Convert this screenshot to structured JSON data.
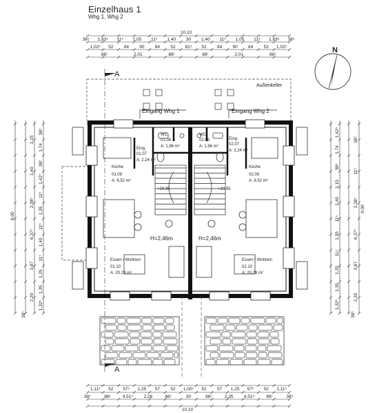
{
  "header": {
    "title": "Einzelhaus 1",
    "subtitle": "Whg 1, Whg 2"
  },
  "north_label": "N",
  "section_marker": "A",
  "outdoor_label": "Außenkeller",
  "entrances": [
    "Eingang Whg 1",
    "Eingang Whg 2"
  ],
  "heights": [
    "H=2,46m",
    "H=2,46m"
  ],
  "rooms": {
    "wc1": {
      "name": "WC",
      "num": "01.08",
      "area": "A: 1,96 m²"
    },
    "wc2": {
      "name": "WC",
      "num": "02.08",
      "area": "A: 1,96 m²"
    },
    "flur1": {
      "name": "Eing.",
      "num": "01.07",
      "area": "A: 2,24 m²"
    },
    "flur2": {
      "name": "Eing.",
      "num": "02.07",
      "area": "A: 2,24 m²"
    },
    "kueche1": {
      "name": "Küche",
      "num": "01.09",
      "area": "A: 8,52 m²"
    },
    "kueche2": {
      "name": "Küche",
      "num": "02.09",
      "area": "A: 8,52 m²"
    },
    "essen1": {
      "name": "Essen / Wohnen",
      "num": "01.10",
      "area": "A: 20,29 m²"
    },
    "essen2": {
      "name": "Essen / Wohnen",
      "num": "02.10",
      "area": "A: 20,29 m²"
    }
  },
  "stair_levels": [
    "+20,95",
    "+20,95"
  ],
  "top_dims": {
    "row1": [
      "38⁵",
      "1,83⁵",
      "11⁵",
      "1,05",
      "11⁵",
      "1,40",
      "30",
      "1,40",
      "11⁵",
      "1,05",
      "11⁵",
      "1,83⁵",
      "38⁵"
    ],
    "row2": [
      "1,02⁵",
      "52",
      "84",
      "90",
      "84",
      "52",
      "81⁵",
      "52",
      "84",
      "90",
      "84",
      "52",
      "1,02⁵"
    ],
    "row3": [
      "86¹",
      "2,01",
      "86¹",
      "86¹",
      "2,01",
      "86¹"
    ],
    "total": "10,10"
  },
  "bottom_dims": {
    "row1": [
      "1,11⁵",
      "52",
      "57⁵",
      "1,25",
      "57",
      "52",
      "1,00⁵",
      "52",
      "57",
      "1,25",
      "57⁵",
      "52",
      "1,11⁵"
    ],
    "row2": [
      "38⁵",
      "86¹",
      "4,51⁵",
      "2,26",
      "86¹",
      "30",
      "86¹",
      "2,35",
      "4,51⁵",
      "86¹",
      "38⁵"
    ],
    "total": "10,10"
  },
  "left_dims": {
    "col1": [
      "38⁵",
      "1,74",
      "38⁵",
      "1,42⁵",
      "11⁵",
      "1,35",
      "11⁵",
      "1,40",
      "11⁵",
      "1,25",
      "1,35",
      "1,32⁵"
    ],
    "col2": [
      "1,15",
      "1,40",
      "2,38⁵",
      "6,37⁵",
      "3,87",
      "2,20"
    ],
    "total": "9,00",
    "bottom": "38⁵"
  },
  "right_dims": {
    "col1": [
      "1,42⁵",
      "1,74",
      "38⁵",
      "1,15",
      "1,40",
      "11⁵",
      "1,35",
      "11⁵",
      "1,25",
      "1,35",
      "1,32⁵"
    ],
    "col2": [
      "38⁵",
      "11⁵",
      "2,38⁵",
      "6,37⁵",
      "3,87",
      "2,20"
    ],
    "total": "9,00",
    "bottom": "38⁵"
  }
}
